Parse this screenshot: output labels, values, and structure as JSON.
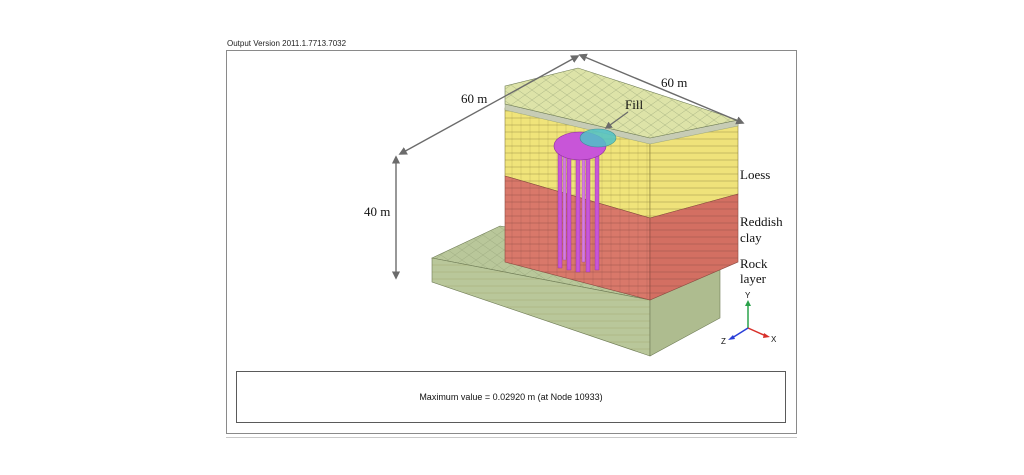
{
  "header": {
    "version": "Output Version 2011.1.7713.7032"
  },
  "annotations": {
    "width_left": "60 m",
    "width_right": "60 m",
    "height": "40 m",
    "fill": "Fill"
  },
  "layers": {
    "loess": "Loess",
    "reddish_1": "Reddish",
    "reddish_2": "clay",
    "rock_1": "Rock",
    "rock_2": "layer"
  },
  "axes": {
    "y": "Y",
    "x": "X",
    "z": "Z"
  },
  "result": {
    "max_value": "Maximum value = 0.02920 m (at Node 10933)"
  },
  "colors": {
    "loess": "#f0e47a",
    "reddish_clay": "#d9786a",
    "rock": "#b9c79a",
    "top": "#dde3a8",
    "pile": "#c855d8",
    "fill": "#4fc3c8"
  }
}
